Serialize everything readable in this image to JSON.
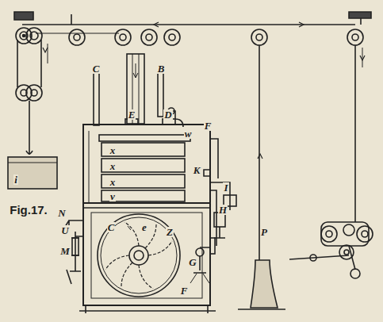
{
  "diagram": {
    "labels": [
      "C",
      "B",
      "E",
      "D",
      "w",
      "F",
      "x",
      "x",
      "x",
      "v",
      "K",
      "I",
      "H",
      "N",
      "U",
      "M",
      "C",
      "e",
      "Z",
      "G",
      "F",
      "i",
      "P",
      "Fig.17."
    ]
  }
}
